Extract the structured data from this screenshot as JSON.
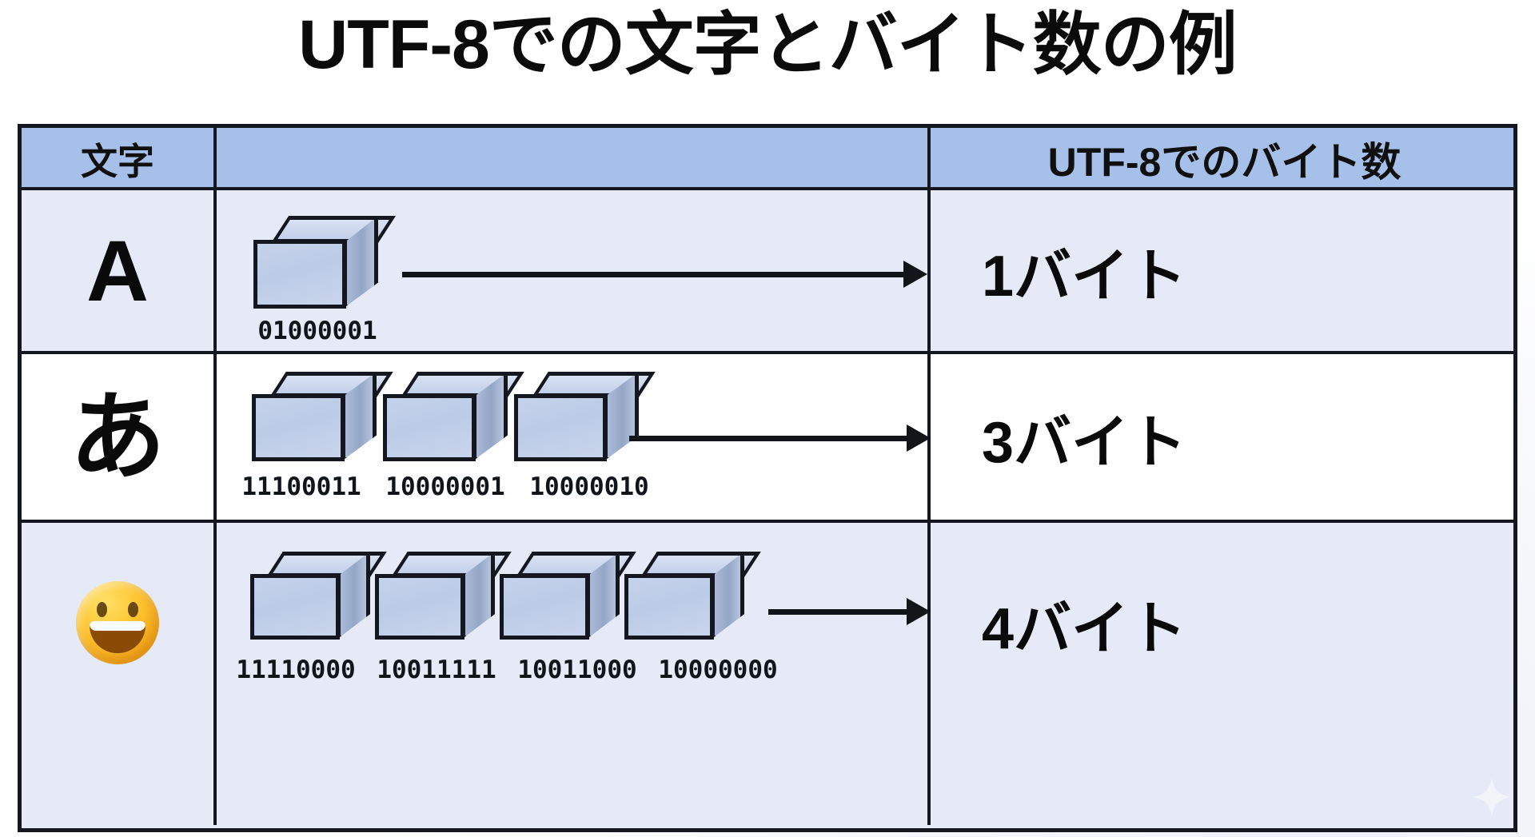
{
  "slide": {
    "title": "UTF-8での文字とバイト数の例",
    "background_color": "#ffffff",
    "header_fill": "#a7c0e9",
    "row_fill_alt": "#e5eaf6",
    "border_color": "#141720",
    "cube_face_color": "#c5d2ea",
    "emoji_color": "#fdc42f"
  },
  "table": {
    "headers": {
      "character": "文字",
      "bytes_visual": "",
      "byte_count": "UTF-8でのバイト数"
    },
    "rows": [
      {
        "character": "A",
        "character_kind": "latin",
        "byte_count_label": "1バイト",
        "byte_count": 1,
        "bytes": [
          "01000001"
        ]
      },
      {
        "character": "あ",
        "character_kind": "kana",
        "byte_count_label": "3バイト",
        "byte_count": 3,
        "bytes": [
          "11100011",
          "10000001",
          "10000010"
        ]
      },
      {
        "character": "😀",
        "character_kind": "emoji",
        "byte_count_label": "4バイト",
        "byte_count": 4,
        "bytes": [
          "11110000",
          "10011111",
          "10011000",
          "10000000"
        ]
      }
    ]
  }
}
